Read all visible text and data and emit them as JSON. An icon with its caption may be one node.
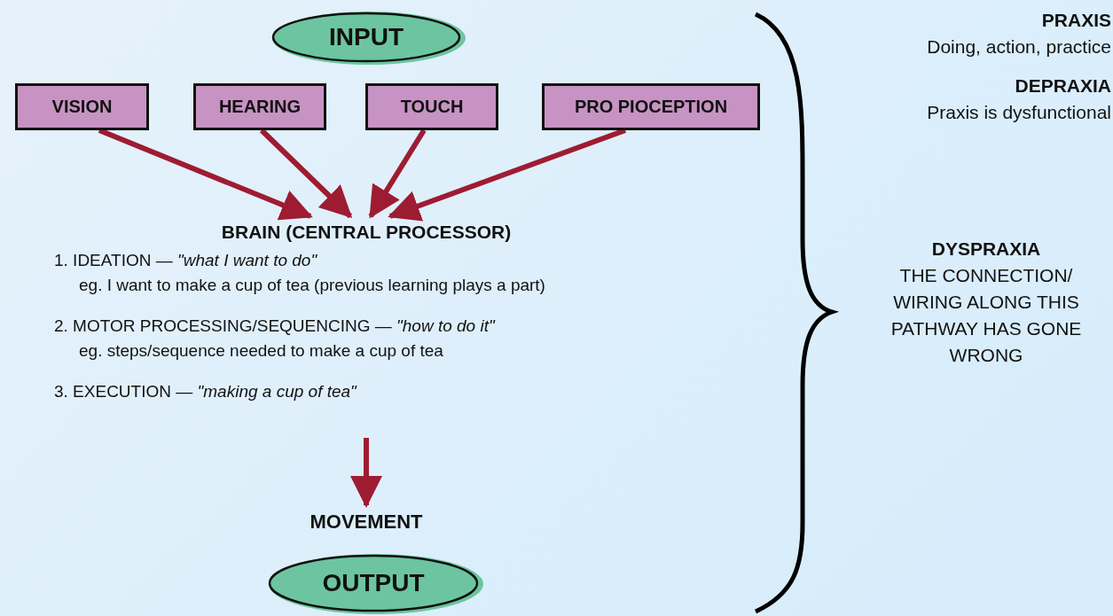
{
  "diagram": {
    "nodes": [
      {
        "text": [
          "INPUT"
        ]
      },
      {
        "text": [
          "VISION"
        ]
      },
      {
        "text": [
          "HEARING"
        ]
      },
      {
        "text": [
          "TOUCH"
        ]
      },
      {
        "text": [
          "PRO PIOCEPTION"
        ]
      },
      {
        "text": [
          "BRAIN (CENTRAL PROCESSOR)",
          "1. IDEATION — *\"what I want to do\"*",
          "eg. I want to make a cup of tea (previous learning plays a part)",
          "2. MOTOR PROCESSING/SEQUENCING — *\"how to do it\"*",
          "eg. steps/sequence needed to make a cup of tea",
          "3. EXECUTION — *\"making a cup of tea\"*"
        ]
      },
      {
        "text": [
          "MOVEMENT"
        ]
      },
      {
        "text": [
          "OUTPUT"
        ]
      }
    ],
    "edges": [
      {
        "from": 1,
        "to": 5,
        "arrow": "to"
      },
      {
        "from": 2,
        "to": 5,
        "arrow": "to"
      },
      {
        "from": 3,
        "to": 5,
        "arrow": "to"
      },
      {
        "from": 4,
        "to": 5,
        "arrow": "to"
      },
      {
        "from": 5,
        "to": 6,
        "arrow": "to"
      }
    ],
    "labels": [
      "PRAXIS",
      "Doing, action, practice",
      "DEPRAXIA",
      "Praxis is dysfunctional",
      "DYSPRAXIA",
      "THE CONNECTION/ WIRING ALONG THIS PATHWAY HAS GONE WRONG"
    ]
  }
}
